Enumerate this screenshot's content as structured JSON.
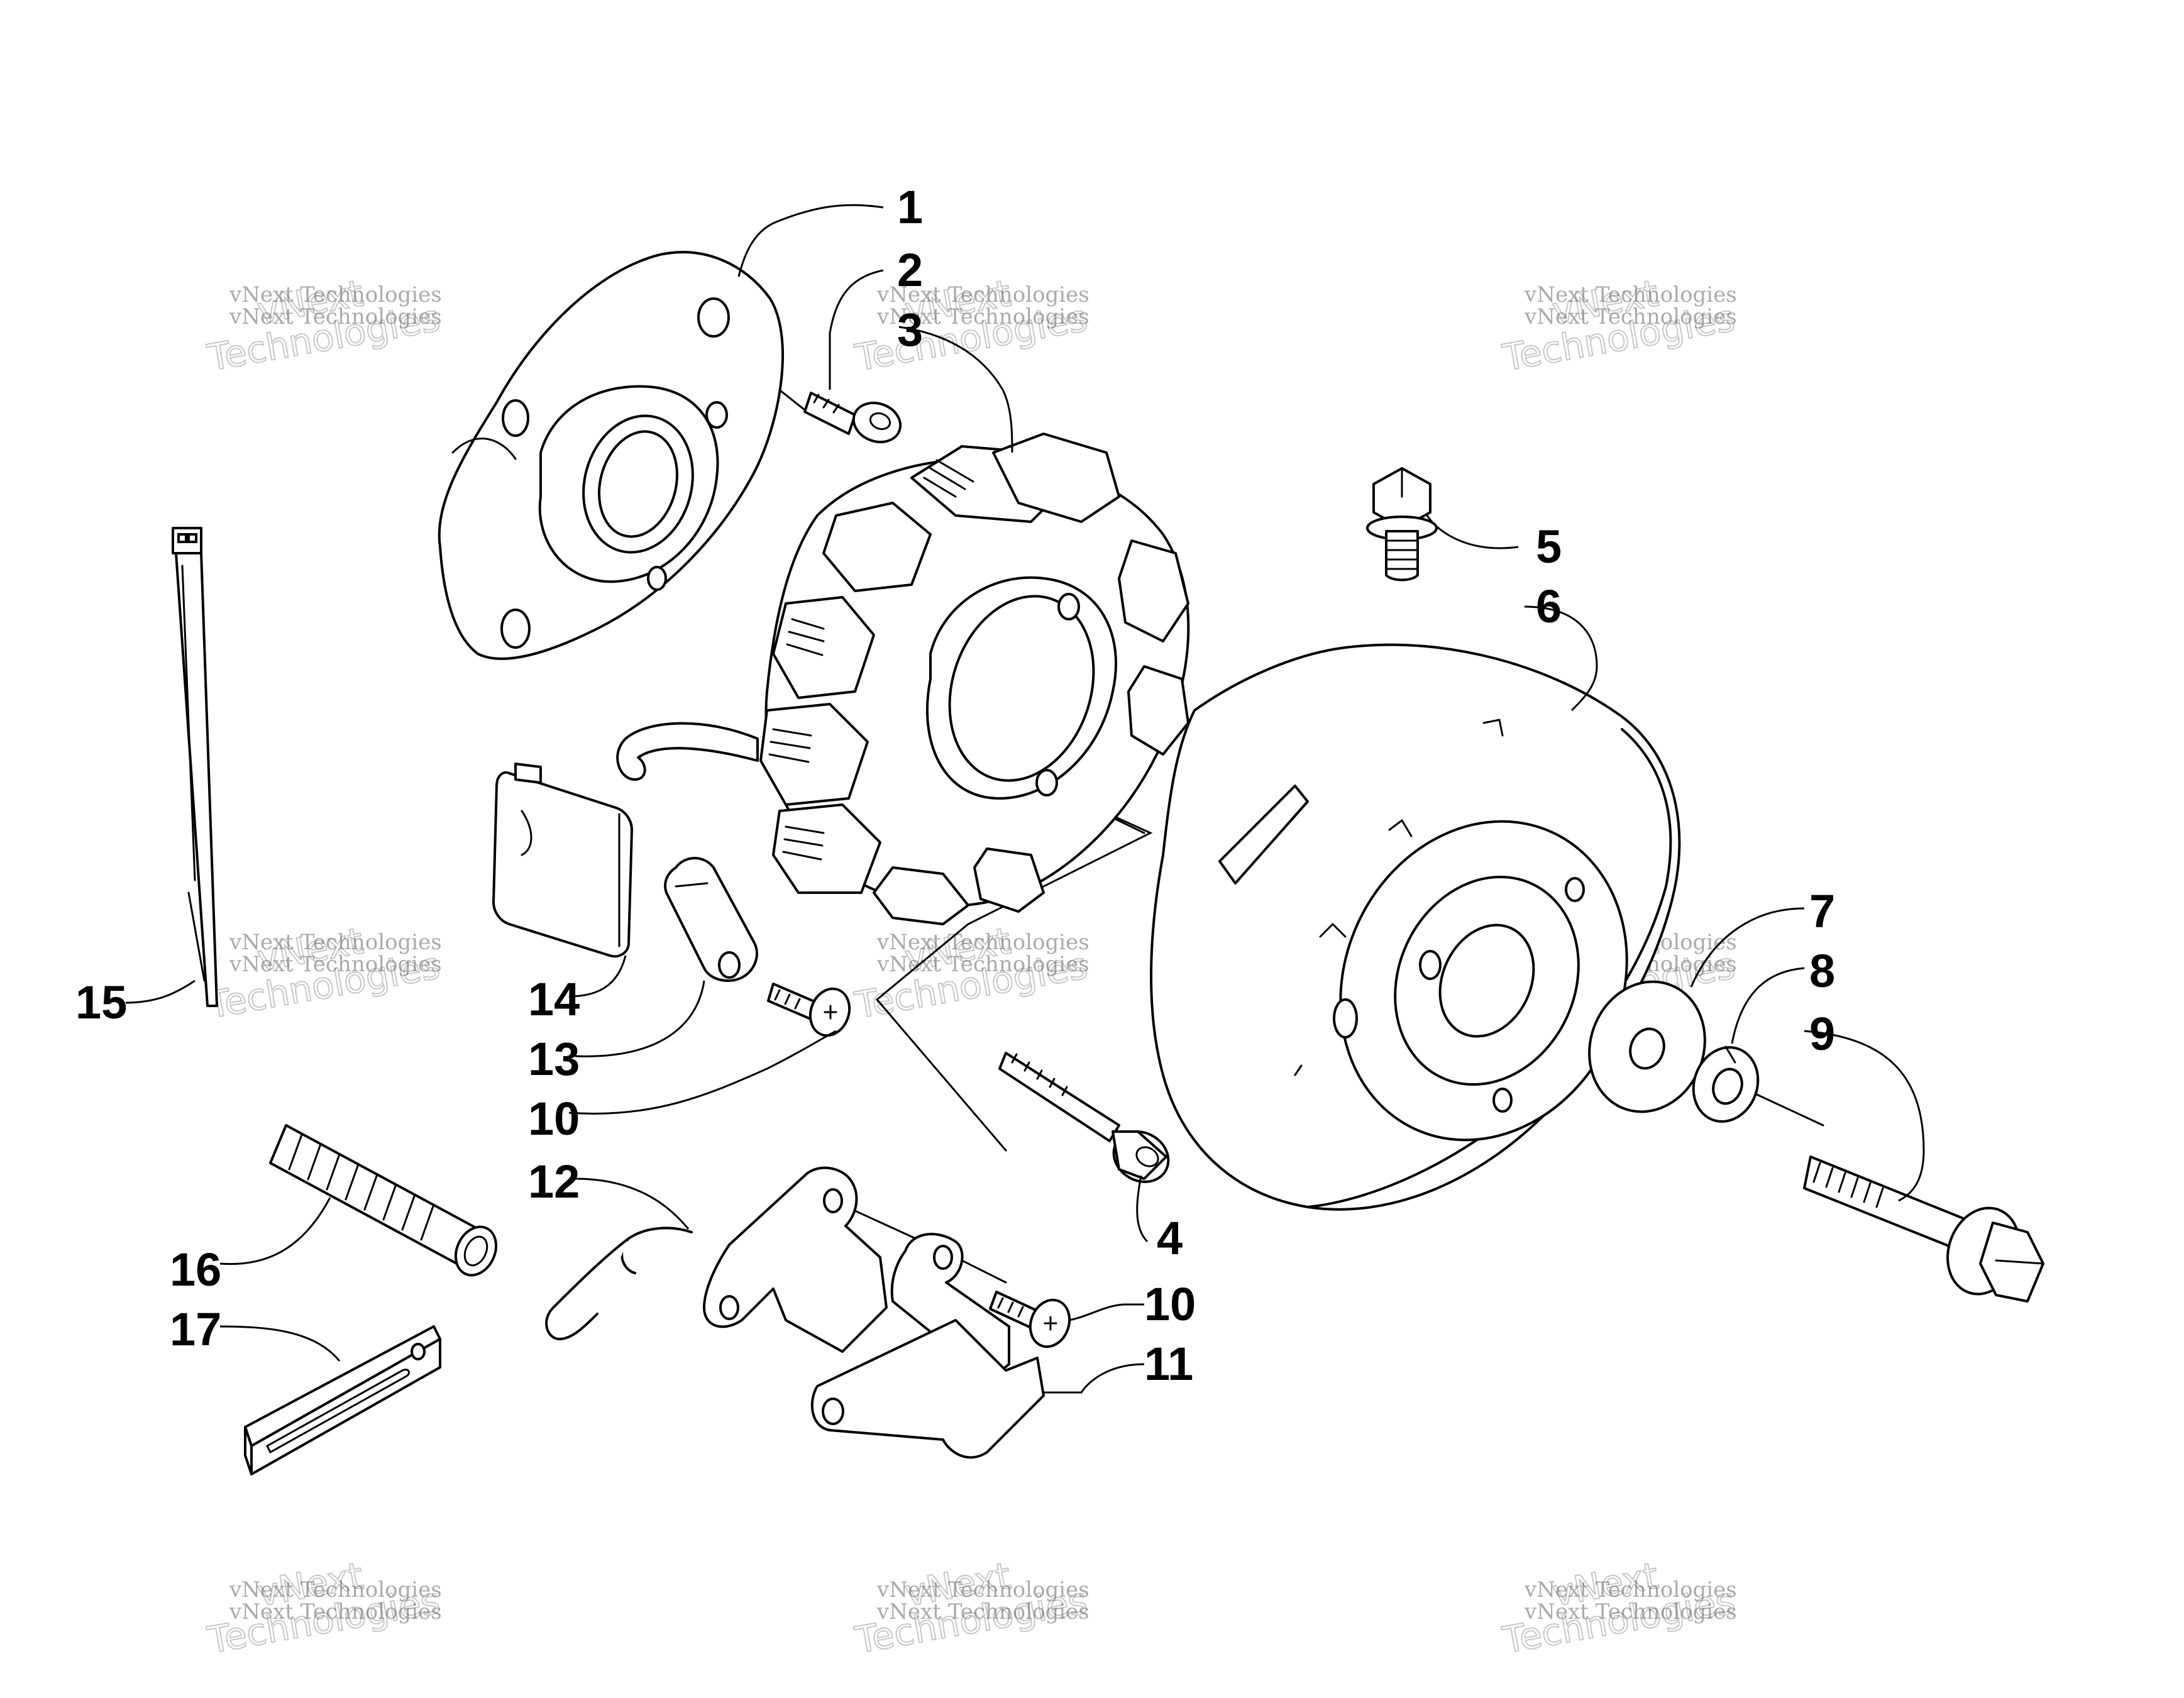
{
  "callouts": [
    {
      "id": "c1",
      "label": "1"
    },
    {
      "id": "c2",
      "label": "2"
    },
    {
      "id": "c3",
      "label": "3"
    },
    {
      "id": "c4",
      "label": "4"
    },
    {
      "id": "c5",
      "label": "5"
    },
    {
      "id": "c6",
      "label": "6"
    },
    {
      "id": "c7",
      "label": "7"
    },
    {
      "id": "c8",
      "label": "8"
    },
    {
      "id": "c9",
      "label": "9"
    },
    {
      "id": "c10a",
      "label": "10"
    },
    {
      "id": "c10b",
      "label": "10"
    },
    {
      "id": "c11",
      "label": "11"
    },
    {
      "id": "c12",
      "label": "12"
    },
    {
      "id": "c13",
      "label": "13"
    },
    {
      "id": "c14",
      "label": "14"
    },
    {
      "id": "c15",
      "label": "15"
    },
    {
      "id": "c16",
      "label": "16"
    },
    {
      "id": "c17",
      "label": "17"
    }
  ],
  "watermark": {
    "brand": "vNext Technologies",
    "big_line1": "vNext",
    "big_line2": "Technologies"
  },
  "colors": {
    "line": "#000000",
    "background": "#ffffff",
    "watermark": "#9a9a9a"
  }
}
